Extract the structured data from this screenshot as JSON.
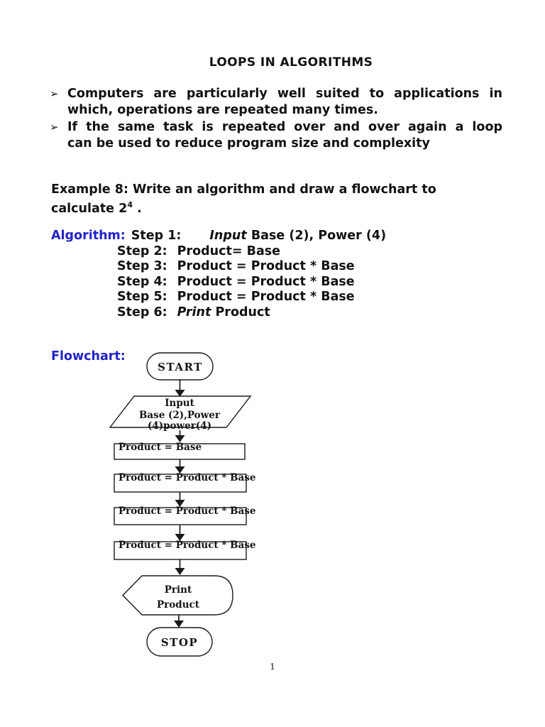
{
  "colors": {
    "accent_blue": "#2323c8",
    "text": "#121212"
  },
  "page": {
    "title": "LOOPS IN ALGORITHMS",
    "page_number": "1"
  },
  "bullet_marker": "➢",
  "bullets": [
    [
      "Computers are particularly well suited to applications in",
      "which, operations are repeated many times."
    ],
    [
      "If the same task is repeated over and over again a loop",
      "can be used to reduce program size and complexity"
    ]
  ],
  "example": {
    "line1": "Example 8: Write an algorithm and draw a flowchart to",
    "line2_pre": "calculate 2",
    "exponent": "4",
    "line2_post": " ."
  },
  "algorithm": {
    "label": "Algorithm:",
    "steps": [
      {
        "label": "Step 1:",
        "italic": "Input",
        "rest": "Base (2), Power (4)"
      },
      {
        "label": "Step 2:",
        "italic": "",
        "rest": "Product= Base"
      },
      {
        "label": "Step 3:",
        "italic": "",
        "rest": "Product = Product * Base"
      },
      {
        "label": "Step 4:",
        "italic": "",
        "rest": "Product = Product * Base"
      },
      {
        "label": "Step 5:",
        "italic": "",
        "rest": "Product = Product * Base"
      },
      {
        "label": "Step 6:",
        "italic": "Print",
        "rest": "Product"
      }
    ]
  },
  "flowchart": {
    "label": "Flowchart:",
    "start": "START",
    "input": {
      "line1": "Input",
      "line2": "Base (2),Power",
      "line3": "(4)power(4)"
    },
    "process1": "Product = Base",
    "process2": "Product = Product * Base",
    "process3": "Product = Product * Base",
    "process4": "Product = Product * Base",
    "print": {
      "line1": "Print",
      "line2": "Product"
    },
    "stop": "STOP"
  }
}
